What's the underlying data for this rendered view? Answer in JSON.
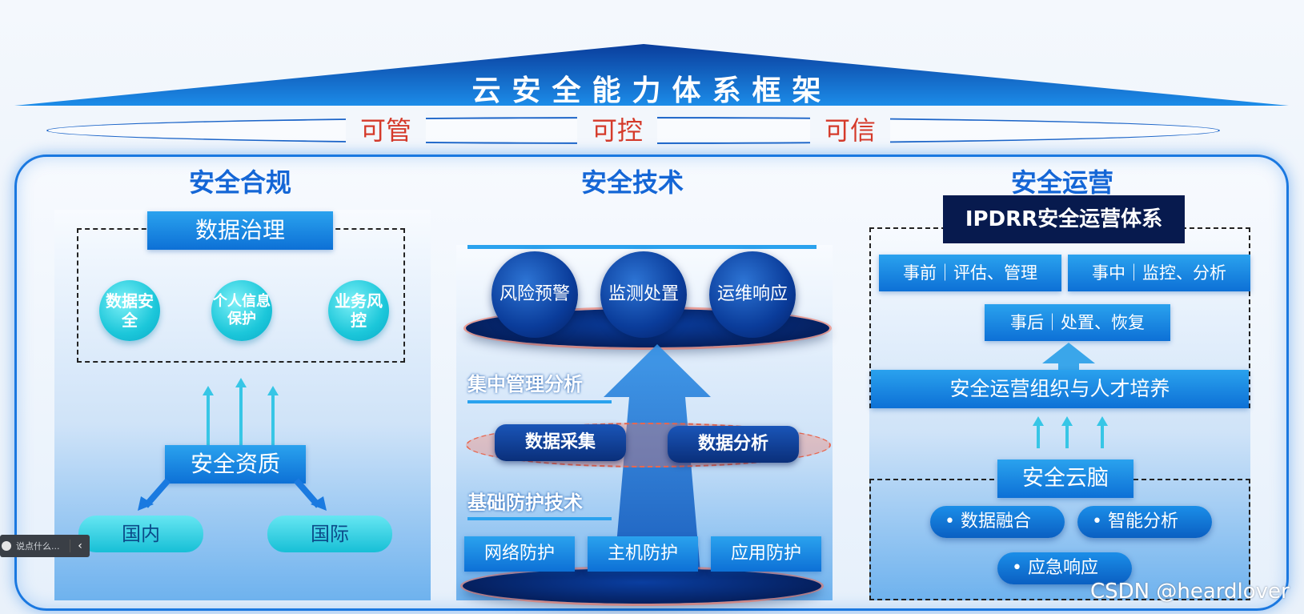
{
  "header": {
    "title": "云安全能力体系框架"
  },
  "pillars": [
    "可管",
    "可控",
    "可信"
  ],
  "compliance": {
    "title": "安全合规",
    "top_label": "数据治理",
    "circles": [
      "数据安全",
      "个人信息保护",
      "业务风控"
    ],
    "mid_label": "安全资质",
    "bottom": [
      "国内",
      "国际"
    ]
  },
  "technology": {
    "title": "安全技术",
    "circles": [
      "风险预警",
      "监测处置",
      "运维响应"
    ],
    "layer_mid": "集中管理分析",
    "collect": [
      "数据采集",
      "数据分析"
    ],
    "layer_base": "基础防护技术",
    "base": [
      "网络防护",
      "主机防护",
      "应用防护"
    ]
  },
  "operations": {
    "title": "安全运营",
    "system": "IPDRR安全运营体系",
    "phases": [
      "事前｜评估、管理",
      "事中｜监控、分析",
      "事后｜处置、恢复"
    ],
    "org": "安全运营组织与人才培养",
    "brain": "安全云脑",
    "brain_items": [
      "数据融合",
      "智能分析",
      "应急响应"
    ]
  },
  "overlay": {
    "input_hint": "说点什么...",
    "toggle": "‹"
  },
  "watermark": "CSDN @heardlover"
}
